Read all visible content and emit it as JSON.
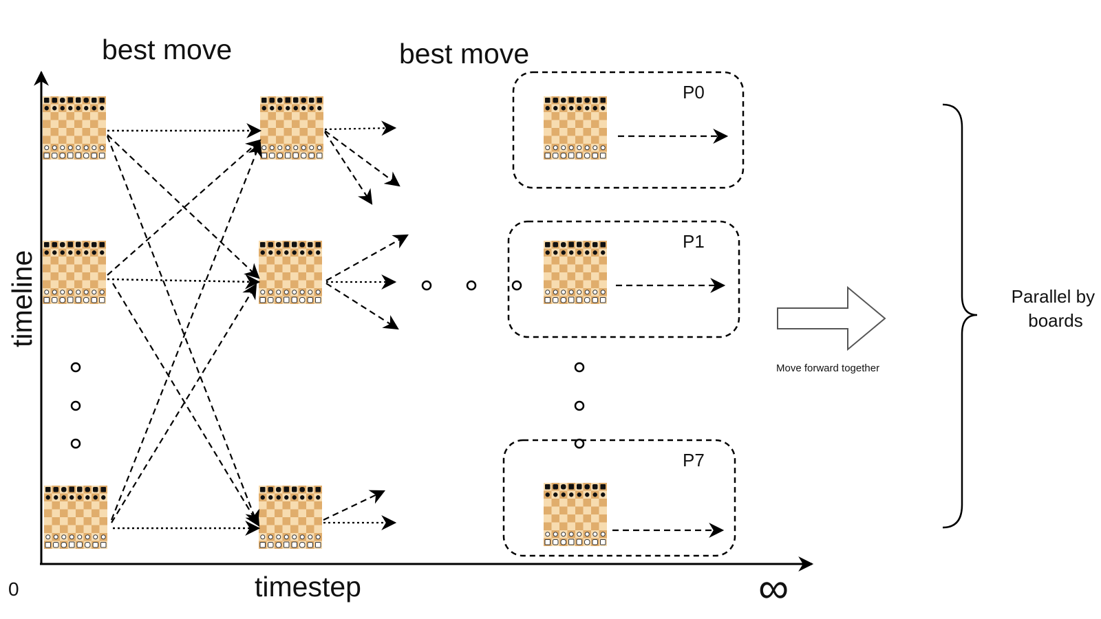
{
  "labels": {
    "best_move_1": "best move",
    "best_move_2": "best move",
    "y_axis": "timeline",
    "x_axis": "timestep",
    "origin": "0",
    "infinity": "∞",
    "p0": "P0",
    "p1": "P1",
    "p7": "P7",
    "move_forward": "Move forward together",
    "parallel_line1": "Parallel by",
    "parallel_line2": "boards"
  },
  "icons": {
    "chess_board": "chess-board-icon",
    "block_arrow": "block-arrow-right-icon",
    "brace": "right-curly-brace-icon"
  },
  "colors": {
    "board_light": "#f7dcb0",
    "board_dark": "#e0ad6c",
    "stroke": "#000000"
  }
}
